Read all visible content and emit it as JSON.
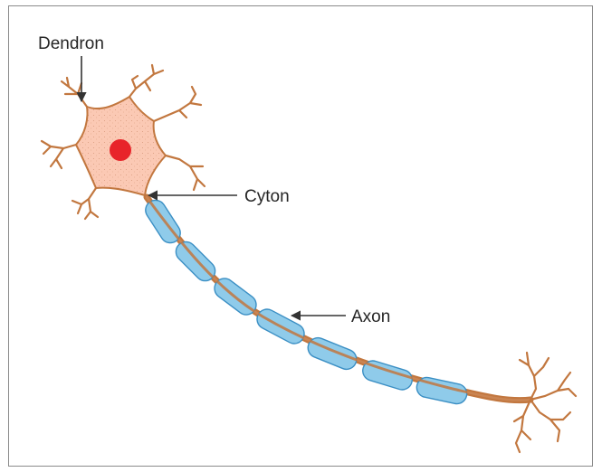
{
  "diagram": {
    "labels": {
      "dendron": "Dendron",
      "cyton": "Cyton",
      "axon": "Axon"
    },
    "colors": {
      "cell_body_fill": "#fbc9b4",
      "cell_body_stroke": "#c2773f",
      "nucleus": "#e8242a",
      "myelin_fill": "#8fcbea",
      "myelin_stroke": "#3b8fc4",
      "axon_core": "#c2773f",
      "arrow": "#333333"
    }
  }
}
